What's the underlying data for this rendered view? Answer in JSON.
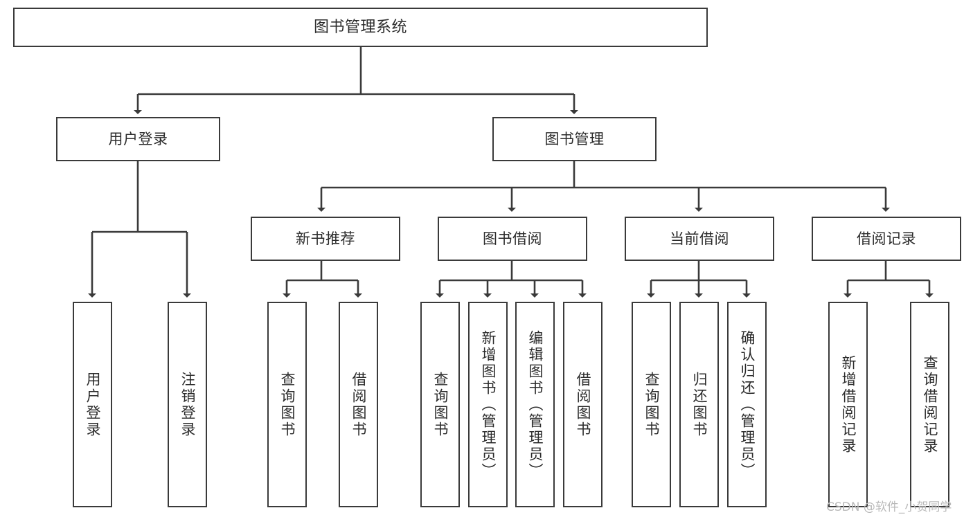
{
  "diagram": {
    "title": "图书管理系统",
    "type": "tree-hierarchy",
    "levels": 4,
    "root": {
      "id": "root",
      "label": "图书管理系统"
    },
    "level2": [
      {
        "id": "user-login",
        "label": "用户登录"
      },
      {
        "id": "book-manage",
        "label": "图书管理"
      }
    ],
    "level3": [
      {
        "id": "new-book-rec",
        "label": "新书推荐",
        "parent": "book-manage"
      },
      {
        "id": "book-borrow",
        "label": "图书借阅",
        "parent": "book-manage"
      },
      {
        "id": "current-borrow",
        "label": "当前借阅",
        "parent": "book-manage"
      },
      {
        "id": "borrow-record",
        "label": "借阅记录",
        "parent": "book-manage"
      }
    ],
    "leaves": [
      {
        "id": "leaf-user-login",
        "label": "用户登录",
        "parent": "user-login"
      },
      {
        "id": "leaf-logout",
        "label": "注销登录",
        "parent": "user-login"
      },
      {
        "id": "leaf-query-book-1",
        "label": "查询图书",
        "parent": "new-book-rec"
      },
      {
        "id": "leaf-borrow-book-1",
        "label": "借阅图书",
        "parent": "new-book-rec"
      },
      {
        "id": "leaf-query-book-2",
        "label": "查询图书",
        "parent": "book-borrow"
      },
      {
        "id": "leaf-add-book",
        "label": "新增图书（管理员）",
        "parent": "book-borrow"
      },
      {
        "id": "leaf-edit-book",
        "label": "编辑图书（管理员）",
        "parent": "book-borrow"
      },
      {
        "id": "leaf-borrow-book-2",
        "label": "借阅图书",
        "parent": "book-borrow"
      },
      {
        "id": "leaf-query-book-3",
        "label": "查询图书",
        "parent": "current-borrow"
      },
      {
        "id": "leaf-return-book",
        "label": "归还图书",
        "parent": "current-borrow"
      },
      {
        "id": "leaf-confirm-return",
        "label": "确认归还（管理员）",
        "parent": "current-borrow"
      },
      {
        "id": "leaf-add-record",
        "label": "新增借阅记录",
        "parent": "borrow-record"
      },
      {
        "id": "leaf-query-record",
        "label": "查询借阅记录",
        "parent": "borrow-record"
      }
    ],
    "colors": {
      "box_border": "#3a3a3a",
      "box_fill": "#ffffff",
      "connector": "#3a3a3a",
      "text": "#2b2b2b",
      "watermark": "#b9b9b9",
      "background": "#ffffff"
    }
  },
  "watermark": {
    "text": "CSDN @软件_小贺同学"
  }
}
